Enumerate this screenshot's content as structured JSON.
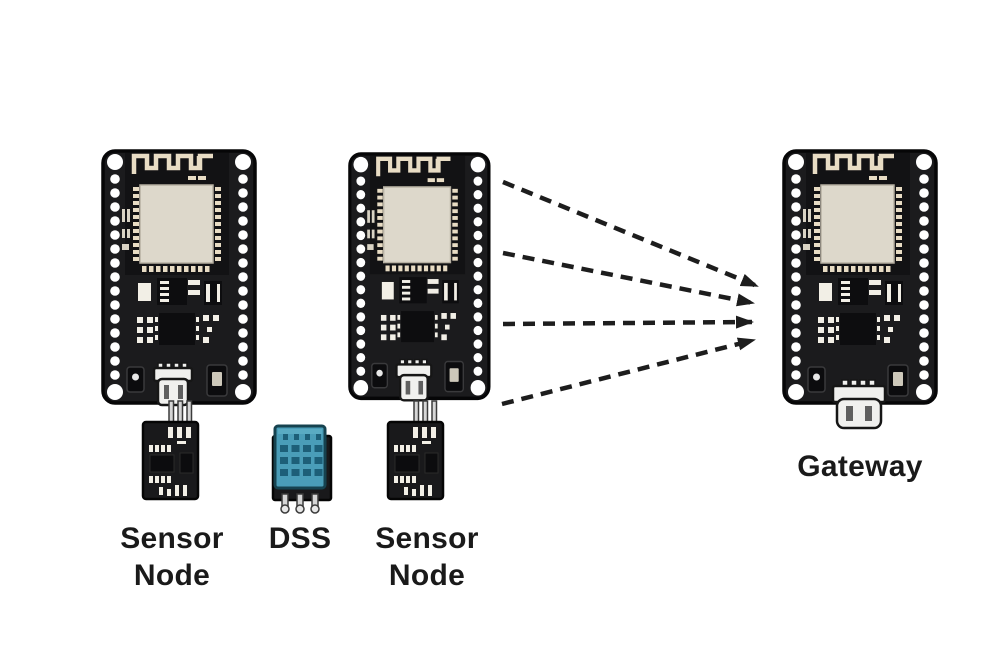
{
  "diagram": {
    "nodes": [
      {
        "id": "sensor-node-1",
        "label": "Sensor Node",
        "label_line1": "Sensor",
        "label_line2": "Node"
      },
      {
        "id": "dss",
        "label": "DSS"
      },
      {
        "id": "sensor-node-2",
        "label": "Sensor Node",
        "label_line1": "Sensor",
        "label_line2": "Node"
      },
      {
        "id": "gateway",
        "label": "Gateway"
      }
    ],
    "links": {
      "from": "sensor-node-2",
      "to": "gateway",
      "count": 4,
      "style": "dashed-arrow"
    }
  },
  "colors": {
    "bg": "#ffffff",
    "pcb": "#1b1b1d",
    "shield": "#ddd8cb",
    "gold": "#e8dcc4",
    "blue": "#4a9db8",
    "usb": "#f0f0ee",
    "arrow": "#1d1d1d",
    "text": "#1a1a1a",
    "hole": "#ffffff"
  }
}
